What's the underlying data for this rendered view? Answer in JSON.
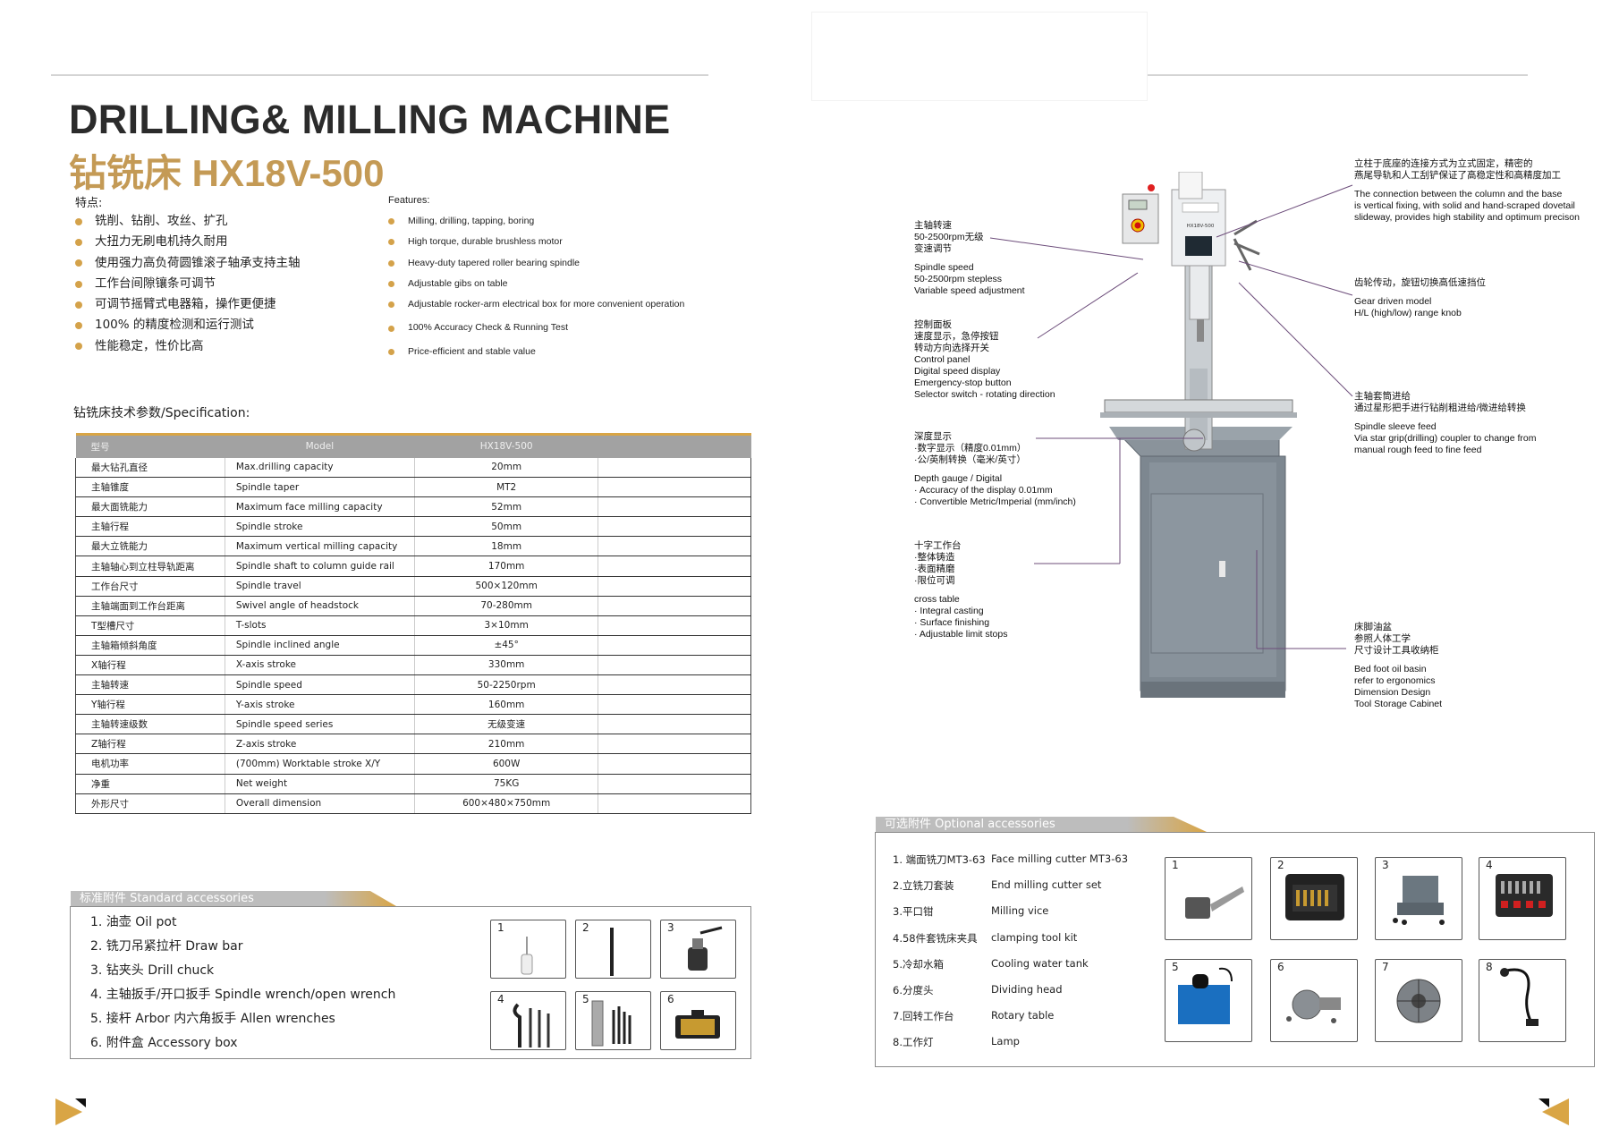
{
  "header": {
    "title_en": "DRILLING& MILLING MACHINE",
    "title_cn": "钻铣床 HX18V-500"
  },
  "features_cn": {
    "heading": "特点:",
    "items": [
      "铣削、钻削、攻丝、扩孔",
      "大扭力无刷电机持久耐用",
      "使用强力高负荷圆锥滚子轴承支持主轴",
      "工作台间隙镶条可调节",
      "可调节摇臂式电器箱，操作更便捷",
      "100% 的精度检测和运行测试",
      "性能稳定，性价比高"
    ]
  },
  "features_en": {
    "heading": "Features:",
    "items": [
      "Milling, drilling, tapping, boring",
      "High torque, durable brushless motor",
      "Heavy-duty tapered roller bearing spindle",
      "Adjustable gibs on table",
      "Adjustable rocker-arm electrical box for more convenient operation",
      "100% Accuracy Check & Running Test",
      "Price-efficient and stable value"
    ]
  },
  "spec": {
    "title": "钻铣床技术参数/Specification:",
    "headers": [
      "型号",
      "Model",
      "HX18V-500",
      ""
    ],
    "rows": [
      [
        "最大钻孔直径",
        "Max.drilling capacity",
        "20mm"
      ],
      [
        "主轴锥度",
        "Spindle taper",
        "MT2"
      ],
      [
        "最大面铣能力",
        "Maximum face milling capacity",
        "52mm"
      ],
      [
        "主轴行程",
        "Spindle stroke",
        "50mm"
      ],
      [
        "最大立铣能力",
        "Maximum vertical milling capacity",
        "18mm"
      ],
      [
        "主轴轴心到立柱导轨距离",
        "Spindle shaft to column guide rail",
        "170mm"
      ],
      [
        "工作台尺寸",
        "Spindle travel",
        "500×120mm"
      ],
      [
        "主轴端面到工作台距离",
        "Swivel angle of headstock",
        "70-280mm"
      ],
      [
        "T型槽尺寸",
        "T-slots",
        "3×10mm"
      ],
      [
        "主轴箱倾斜角度",
        "Spindle inclined angle",
        "±45°"
      ],
      [
        "X轴行程",
        "X-axis stroke",
        "330mm"
      ],
      [
        "主轴转速",
        "Spindle speed",
        "50-2250rpm"
      ],
      [
        "Y轴行程",
        "Y-axis stroke",
        "160mm"
      ],
      [
        "主轴转速级数",
        "Spindle speed series",
        "无级变速"
      ],
      [
        "Z轴行程",
        "Z-axis stroke",
        "210mm"
      ],
      [
        "电机功率",
        "(700mm) Worktable stroke X/Y",
        "600W"
      ],
      [
        "净重",
        "Net weight",
        "75KG"
      ],
      [
        "外形尺寸",
        "Overall dimension",
        "600×480×750mm"
      ]
    ]
  },
  "standard_acc": {
    "title": "标准附件  Standard accessories",
    "items": [
      "1. 油壶  Oil pot",
      "2. 铣刀吊紧拉杆  Draw bar",
      "3. 钻夹头  Drill chuck",
      "4. 主轴扳手/开口扳手  Spindle wrench/open wrench",
      "5. 接杆  Arbor  内六角扳手  Allen wrenches",
      "6. 附件盒  Accessory box"
    ],
    "tiles": [
      "1",
      "2",
      "3",
      "4",
      "5",
      "6"
    ]
  },
  "optional_acc": {
    "title": "可选附件  Optional accessories",
    "items": [
      {
        "cn": "1. 端面铣刀MT3-63",
        "en": "Face milling cutter MT3-63"
      },
      {
        "cn": "2.立铣刀套装",
        "en": "End milling cutter set"
      },
      {
        "cn": "3.平口钳",
        "en": "Milling vice"
      },
      {
        "cn": "4.58件套铣床夹具",
        "en": "clamping tool kit"
      },
      {
        "cn": "5.冷却水箱",
        "en": "Cooling water tank"
      },
      {
        "cn": "6.分度头",
        "en": "Dividing head"
      },
      {
        "cn": "7.回转工作台",
        "en": "Rotary table"
      },
      {
        "cn": "8.工作灯",
        "en": "Lamp"
      }
    ],
    "tiles": [
      "1",
      "2",
      "3",
      "4",
      "5",
      "6",
      "7",
      "8"
    ]
  },
  "annotations": {
    "speed": [
      "主轴转速",
      "50-2500rpm无级",
      "变速调节",
      "",
      "Spindle speed",
      "50-2500rpm stepless",
      "Variable speed adjustment"
    ],
    "panel": [
      "控制面板",
      "速度显示，急停按钮",
      "转动方向选择开关",
      "Control panel",
      "Digital speed display",
      "Emergency-stop button",
      "Selector switch - rotating direction"
    ],
    "depth": [
      "深度显示",
      "·数字显示（精度0.01mm）",
      "·公/英制转换（毫米/英寸）",
      "",
      "Depth gauge / Digital",
      "· Accuracy of the display 0.01mm",
      "· Convertible Metric/Imperial (mm/inch)"
    ],
    "table": [
      "十字工作台",
      "·整体铸造",
      "·表面精磨",
      "·限位可调",
      "",
      "cross table",
      "· Integral casting",
      "· Surface finishing",
      "· Adjustable limit stops"
    ],
    "column": [
      "立柱于底座的连接方式为立式固定，精密的",
      "燕尾导轨和人工刮铲保证了高稳定性和高精度加工",
      "",
      "The connection between the column and the base",
      "is vertical fixing, with solid and hand-scraped dovetail",
      "slideway, provides high stability and optimum precison"
    ],
    "gear": [
      "齿轮传动，旋钮切换高低速挡位",
      "",
      "Gear driven model",
      "H/L (high/low) range knob"
    ],
    "sleeve": [
      "主轴套筒进给",
      "通过星形把手进行钻削粗进给/微进给转换",
      "",
      "Spindle sleeve feed",
      "Via star grip(drilling) coupler to change from",
      "manual rough feed to fine feed"
    ],
    "base": [
      "床脚油盆",
      "参照人体工学",
      "尺寸设计工具收纳柜",
      "",
      "Bed foot oil basin",
      "refer to ergonomics",
      "Dimension Design",
      "Tool Storage Cabinet"
    ]
  },
  "machine_label": "HX18V-500",
  "colors": {
    "accent": "#d9a545",
    "gold_text": "#c49a55",
    "header_gray": "#a2a2a2",
    "band_gray": "#bdbdbd"
  }
}
